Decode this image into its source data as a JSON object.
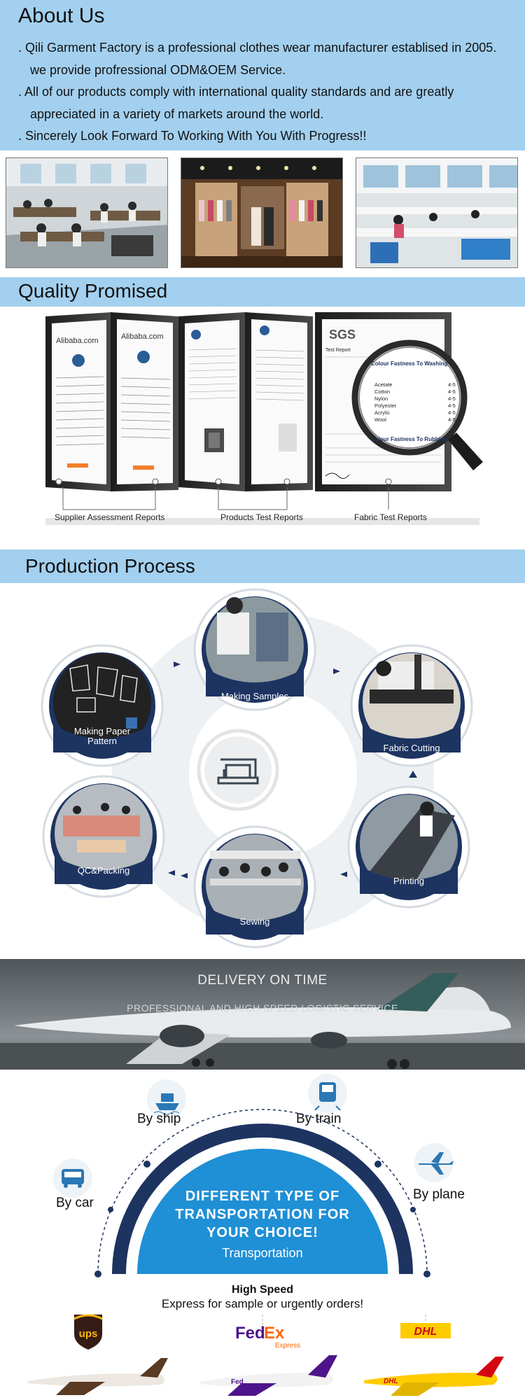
{
  "about": {
    "title": "About Us",
    "lines": [
      ". Qili Garment Factory is a professional clothes wear manufacturer establised in 2005.",
      "we provide profressional ODM&OEM Service.",
      ".  All of our products comply with international quality standards and are greatly",
      "appreciated in a variety of markets around the world.",
      ".  Sincerely Look Forward To Working With You With Progress!!"
    ]
  },
  "quality": {
    "title": "Quality Promised",
    "captions": [
      "Supplier Assessment Reports",
      "Products Test Reports",
      "Fabric Test Reports"
    ],
    "cert_texts": {
      "alibaba": "Alibaba.com",
      "sgs": "SGS",
      "report": "Test Report",
      "washing_title": "Colour Fastness To Washing",
      "rubbing_title": "Colour Fastness To Rubbing",
      "rows": [
        {
          "name": "Acetate",
          "val": "4-5"
        },
        {
          "name": "Cotton",
          "val": "4-5"
        },
        {
          "name": "Nylon",
          "val": "4-5"
        },
        {
          "name": "Polyester",
          "val": "4-5"
        },
        {
          "name": "Acrylic",
          "val": "4-5"
        },
        {
          "name": "Wool",
          "val": "4-5"
        }
      ]
    }
  },
  "production": {
    "title": "Production Process",
    "steps": [
      "Making Samples",
      "Fabric Cutting",
      "Printing",
      "Sewing",
      "QC&Packing",
      "Making Paper Pattern"
    ]
  },
  "delivery": {
    "title": "DELIVERY ON TIME",
    "subtitle": "PROFESSIONAL AND HIGH SPEED LOGISTIC SERVICE"
  },
  "transport": {
    "by_ship": "By ship",
    "by_train": "By train",
    "by_car": "By car",
    "by_plane": "By plane",
    "headline_1": "DIFFERENT TYPE OF",
    "headline_2": "TRANSPORTATION FOR",
    "headline_3": "YOUR CHOICE!",
    "sub": "Transportation",
    "high_speed": "High Speed",
    "express_note": "Express for sample or urgently orders!",
    "carriers": {
      "ups": "ups",
      "fedex_fed": "Fed",
      "fedex_ex": "Ex",
      "fedex_express": "Express",
      "dhl": "DHL"
    }
  },
  "colors": {
    "band": "#a3d0ef",
    "navy": "#1d3461",
    "arch_blue": "#1f8fd6",
    "fedex_purple": "#4d148c",
    "fedex_orange": "#ff6600",
    "dhl_yellow": "#ffcc00",
    "dhl_red": "#d40511",
    "ups_brown": "#351c15",
    "ups_gold": "#ffb500"
  }
}
